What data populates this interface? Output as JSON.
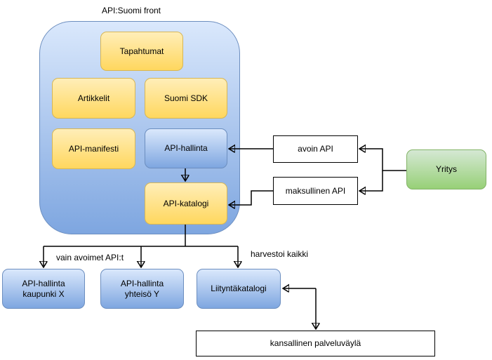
{
  "diagram": {
    "title": "API:Suomi front",
    "nodes": {
      "tapahtumat": {
        "label": "Tapahtumat"
      },
      "artikkelit": {
        "label": "Artikkelit"
      },
      "suomi_sdk": {
        "label": "Suomi SDK"
      },
      "api_manifesti": {
        "label": "API-manifesti"
      },
      "api_hallinta": {
        "label": "API-hallinta"
      },
      "api_katalogi": {
        "label": "API-katalogi"
      },
      "avoin_api": {
        "label": "avoin API"
      },
      "maksullinen_api": {
        "label": "maksullinen API"
      },
      "yritys": {
        "label": "Yritys"
      },
      "api_hallinta_kaupunki_x": {
        "label": "API-hallinta kaupunki X"
      },
      "api_hallinta_yhteiso_y": {
        "label": "API-hallinta yhteisö Y"
      },
      "liityntakatalogi": {
        "label": "Liityntäkatalogi"
      },
      "kansallinen_palveluvayla": {
        "label": "kansallinen palveluväylä"
      }
    },
    "edge_labels": {
      "vain_avoimet": "vain avoimet API:t",
      "harvestoi": "harvestoi kaikki"
    },
    "colors": {
      "blue_fill_top": "#dae8fc",
      "blue_fill_bottom": "#7ea6e0",
      "blue_stroke": "#6c8ebf",
      "yellow_fill_top": "#ffeeb8",
      "yellow_fill_bottom": "#ffd75e",
      "yellow_stroke": "#d6b656",
      "green_fill_top": "#d5e8d4",
      "green_fill_bottom": "#97d077",
      "green_stroke": "#82b366",
      "connector": "#000000"
    }
  }
}
